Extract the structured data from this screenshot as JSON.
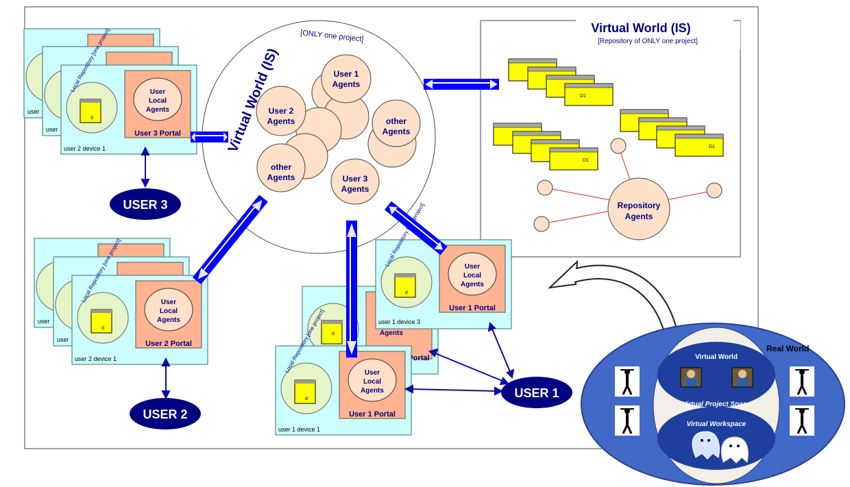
{
  "virtual_world_circle": {
    "title": "Virtual World (IS)",
    "subtitle": "[ONLY one project]"
  },
  "repository_panel": {
    "title": "Virtual World (IS)",
    "subtitle": "[Repository of ONLY one project]",
    "doc_label": "D1",
    "agents_label_line1": "Repository",
    "agents_label_line2": "Agents"
  },
  "agent_clusters": {
    "user1_line1": "User 1",
    "user1_line2": "Agents",
    "user2_line1": "User 2",
    "user2_line2": "Agents",
    "user3_line1": "User 3",
    "user3_line2": "Agents",
    "other_line1": "other",
    "other_line2": "Agents"
  },
  "device_card": {
    "repo_label": "Local Repository [one project]",
    "doc_label": "d",
    "local_agents_line1": "User",
    "local_agents_line2": "Local",
    "local_agents_line3": "Agents",
    "partial_label_user": "user",
    "partial_label_agents": "Agents",
    "partial_label_portal": "Portal"
  },
  "devices": {
    "user3_device_label": "user 2 device 1",
    "user3_portal": "User 3 Portal",
    "user2_device_label": "user 2 device 1",
    "user2_portal": "User 2 Portal",
    "user1_device1_label": "user 1 device 1",
    "user1_device3_label": "user 1 device 3",
    "user1_portal": "User 1  Portal"
  },
  "users": {
    "user1": "USER 1",
    "user2": "USER 2",
    "user3": "USER 3"
  },
  "real_world": {
    "title": "Real World",
    "virtual_world_label": "Virtual World",
    "project_space_label": "Virtual Project Space",
    "workspace_label": "Virtual Workspace"
  },
  "colors": {
    "card_bg": "#ccffff",
    "portal_bg": "#ffb391",
    "agent_fill": "#ffe0c8",
    "repo_circle": "#e6f5c8",
    "doc_yellow": "#ffff00",
    "arrow_blue": "#0000ff",
    "user_oval": "#000080",
    "real_world_blue": "#4169c8",
    "repo_link_red": "#e02020"
  }
}
